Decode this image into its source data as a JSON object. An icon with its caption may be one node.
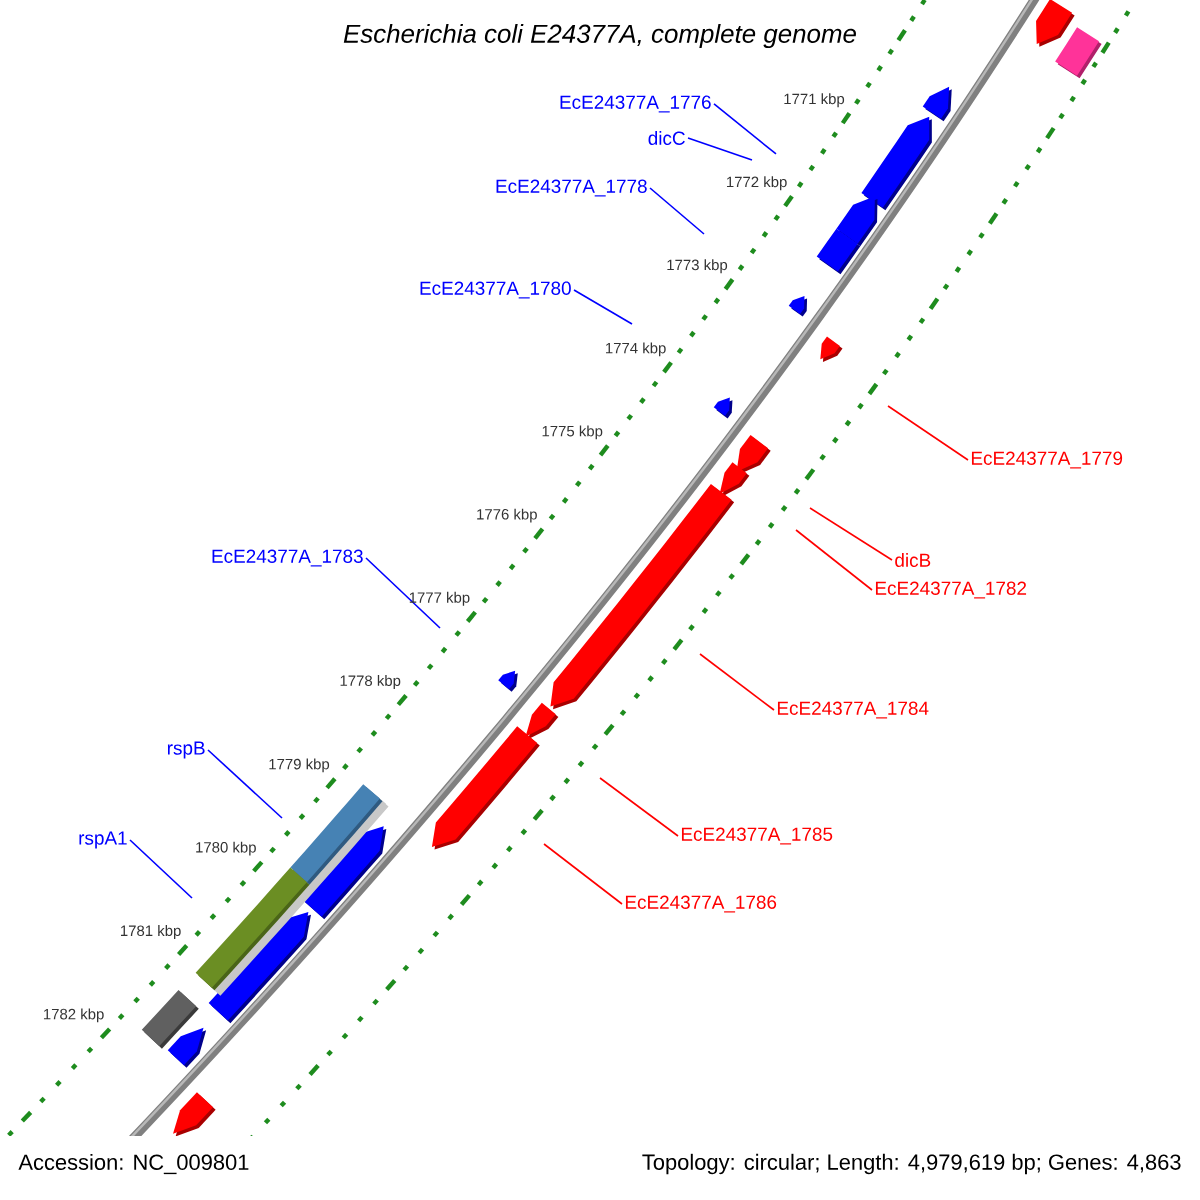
{
  "diagram": {
    "title": "Escherichia coli E24377A, complete genome",
    "nodes": [
      {
        "text": [
          "EcE24377A_1776"
        ]
      },
      {
        "text": [
          "dicC"
        ]
      },
      {
        "text": [
          "EcE24377A_1778"
        ]
      },
      {
        "text": [
          "EcE24377A_1780"
        ]
      },
      {
        "text": [
          "EcE24377A_1779"
        ]
      },
      {
        "text": [
          "dicB"
        ]
      },
      {
        "text": [
          "EcE24377A_1782"
        ]
      },
      {
        "text": [
          "EcE24377A_1783"
        ]
      },
      {
        "text": [
          "EcE24377A_1784"
        ]
      },
      {
        "text": [
          "rspB"
        ]
      },
      {
        "text": [
          "EcE24377A_1785"
        ]
      },
      {
        "text": [
          "rspA1"
        ]
      },
      {
        "text": [
          "EcE24377A_1786"
        ]
      }
    ],
    "edges": [
      {
        "from": 0,
        "to": null,
        "arrow": "none"
      },
      {
        "from": 1,
        "to": null,
        "arrow": "none"
      },
      {
        "from": 2,
        "to": null,
        "arrow": "none"
      },
      {
        "from": 3,
        "to": null,
        "arrow": "none"
      },
      {
        "from": 4,
        "to": null,
        "arrow": "none",
        "color": "#ff0000"
      },
      {
        "from": 5,
        "to": null,
        "arrow": "none",
        "color": "#ff0000"
      },
      {
        "from": 6,
        "to": null,
        "arrow": "none",
        "color": "#ff0000"
      },
      {
        "from": 7,
        "to": null,
        "arrow": "none"
      },
      {
        "from": 8,
        "to": null,
        "arrow": "none",
        "color": "#ff0000"
      },
      {
        "from": 9,
        "to": null,
        "arrow": "none"
      },
      {
        "from": 10,
        "to": null,
        "arrow": "none",
        "color": "#ff0000"
      },
      {
        "from": 11,
        "to": null,
        "arrow": "none"
      },
      {
        "from": 12,
        "to": null,
        "arrow": "none",
        "color": "#ff0000"
      }
    ],
    "labels": [
      "1771 kbp",
      "1772 kbp",
      "1773 kbp",
      "1774 kbp",
      "1775 kbp",
      "1776 kbp",
      "1777 kbp",
      "1778 kbp",
      "1779 kbp",
      "1780 kbp",
      "1781 kbp",
      "1782 kbp",
      "Accession: NC_009801",
      "Topology: circular; Length: 4,979,619 bp; Genes: 4,863"
    ]
  }
}
